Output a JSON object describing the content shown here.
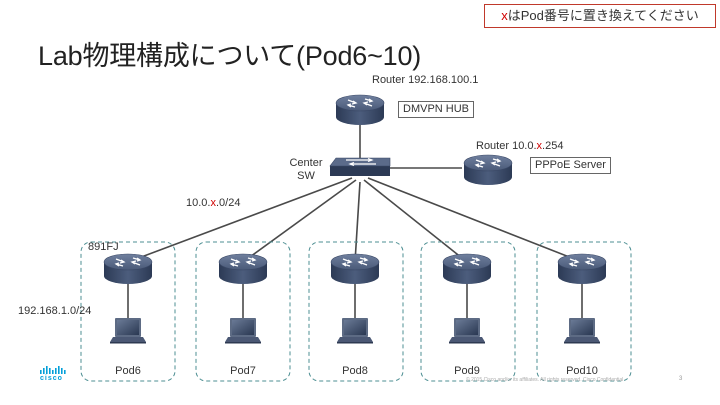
{
  "title": "Lab物理構成について(Pod6~10)",
  "note": {
    "x": "x",
    "text": "はPod番号に置き換えてください"
  },
  "top_router": {
    "label": "Router 192.168.100.1",
    "box": "DMVPN HUB"
  },
  "pppoe_router": {
    "label_prefix": "Router 10.0.",
    "label_x": "x",
    "label_suffix": ".254",
    "box": "PPPoE Server"
  },
  "center_sw": {
    "label": "Center SW"
  },
  "wan_subnet": {
    "prefix": "10.0.",
    "x": "x",
    "suffix": ".0/24"
  },
  "pod_router_label": "891FJ",
  "lan_subnet": "192.168.1.0/24",
  "pods": [
    "Pod6",
    "Pod7",
    "Pod8",
    "Pod9",
    "Pod10"
  ],
  "footer": {
    "logo": "cisco",
    "copyright": "© 2015 Cisco and/or its affiliates. All rights reserved. Cisco Confidential",
    "page": "3"
  },
  "colors": {
    "red": "#d00000",
    "router": "#3f4f6e",
    "dashed": "#4e8f93"
  }
}
